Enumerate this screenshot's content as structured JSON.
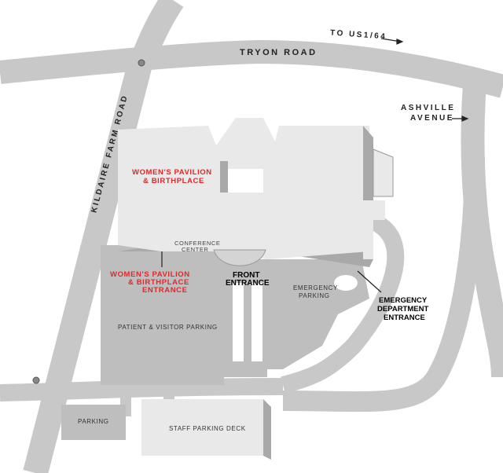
{
  "roads": {
    "tryon": "TRYON ROAD",
    "to_us": "TO US1/64",
    "ashville_1": "ASHVILLE",
    "ashville_2": "AVENUE",
    "kildaire": "KILDAIRE FARM ROAD"
  },
  "buildings": {
    "womens_pavilion_1": "WOMEN'S PAVILION",
    "womens_pavilion_2": "& BIRTHPLACE",
    "conference_1": "CONFERENCE",
    "conference_2": "CENTER",
    "womens_entrance_1": "WOMEN'S PAVILION",
    "womens_entrance_2": "& BIRTHPLACE",
    "womens_entrance_3": "ENTRANCE",
    "front_1": "FRONT",
    "front_2": "ENTRANCE",
    "emergency_dept_1": "EMERGENCY",
    "emergency_dept_2": "DEPARTMENT",
    "emergency_dept_3": "ENTRANCE"
  },
  "parking": {
    "emergency_1": "EMERGENCY",
    "emergency_2": "PARKING",
    "patient_visitor": "PATIENT & VISITOR PARKING",
    "parking": "PARKING",
    "staff_deck": "STAFF PARKING DECK"
  },
  "colors": {
    "road": "#c8c8c8",
    "building": "#e9e9e9",
    "lot": "#bebebe",
    "accent": "#e0282a"
  }
}
